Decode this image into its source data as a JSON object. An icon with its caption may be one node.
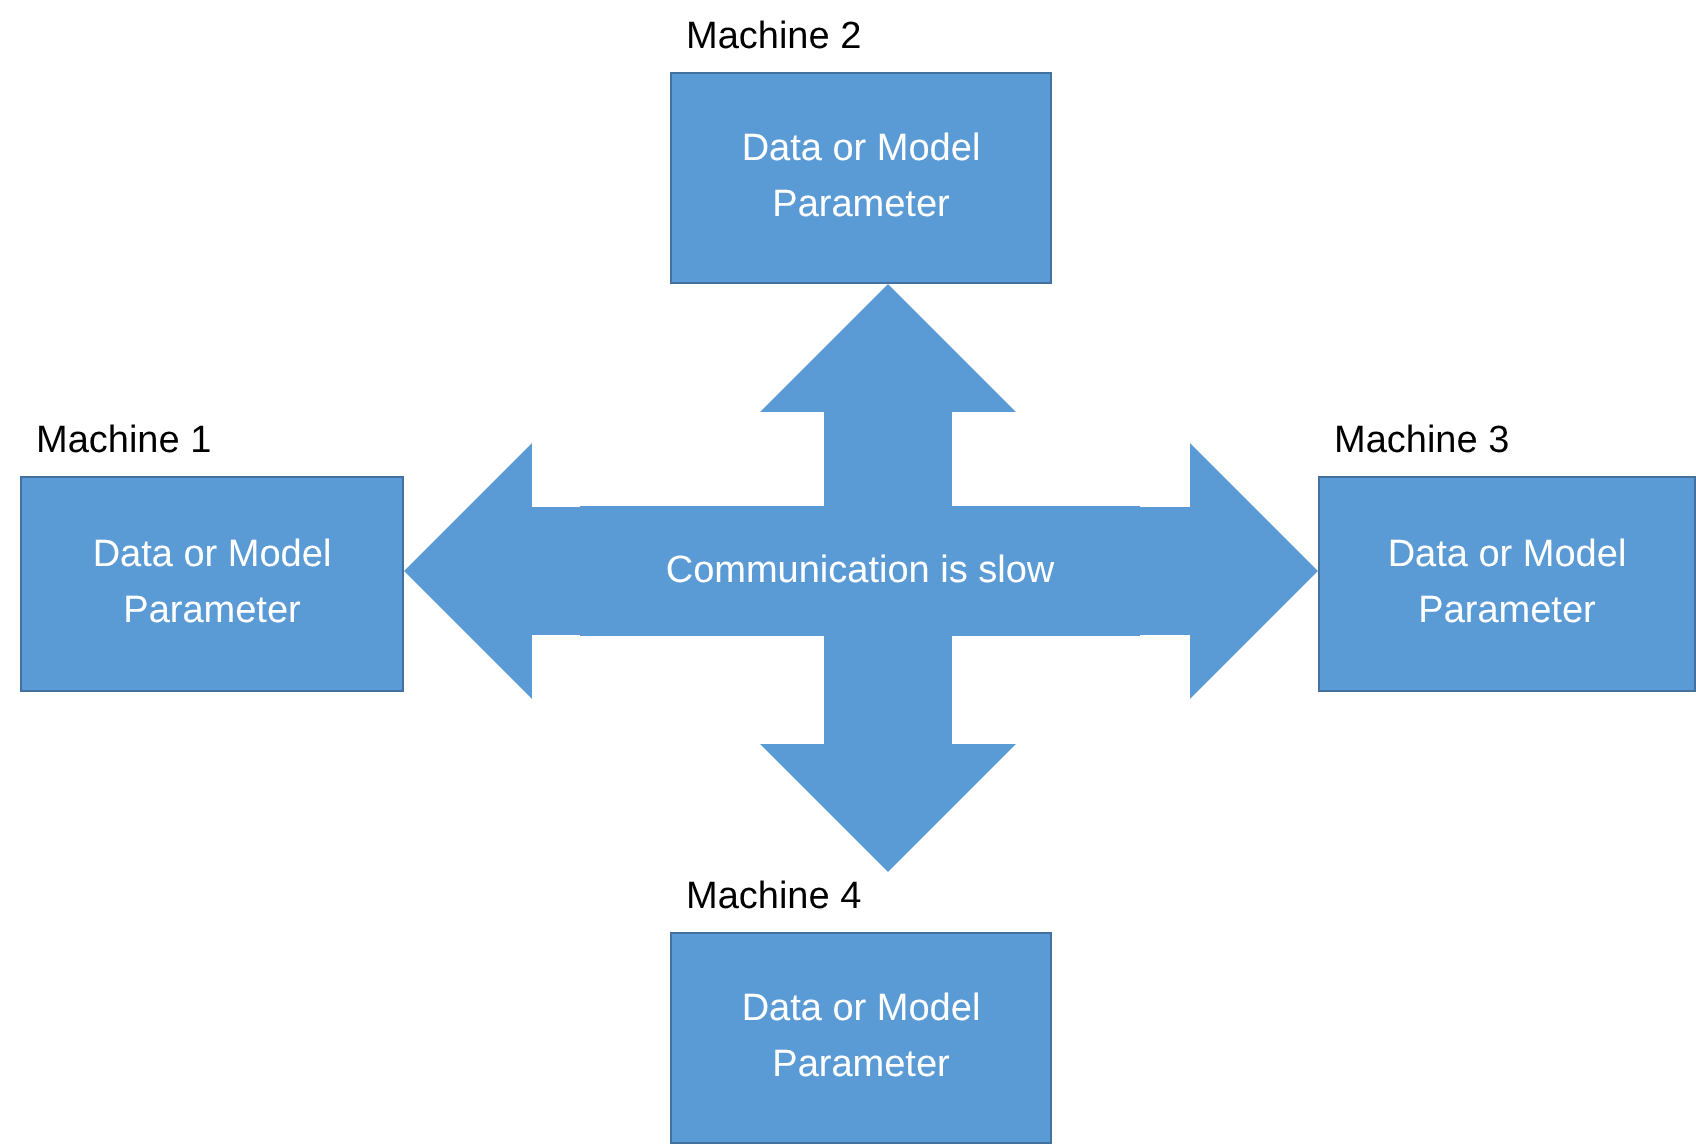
{
  "diagram": {
    "nodes": [
      {
        "text": [
          "Machine 1",
          "Data or Model Parameter"
        ]
      },
      {
        "text": [
          "Machine 2",
          "Data or Model Parameter"
        ]
      },
      {
        "text": [
          "Machine 3",
          "Data or Model Parameter"
        ]
      },
      {
        "text": [
          "Machine 4",
          "Data or Model Parameter"
        ]
      },
      {
        "text": [
          "Communication is slow"
        ]
      }
    ],
    "edges": [
      {
        "from": 4,
        "to": 0,
        "arrow": "to"
      },
      {
        "from": 4,
        "to": 1,
        "arrow": "to"
      },
      {
        "from": 4,
        "to": 2,
        "arrow": "to"
      },
      {
        "from": 4,
        "to": 3,
        "arrow": "to"
      }
    ]
  }
}
